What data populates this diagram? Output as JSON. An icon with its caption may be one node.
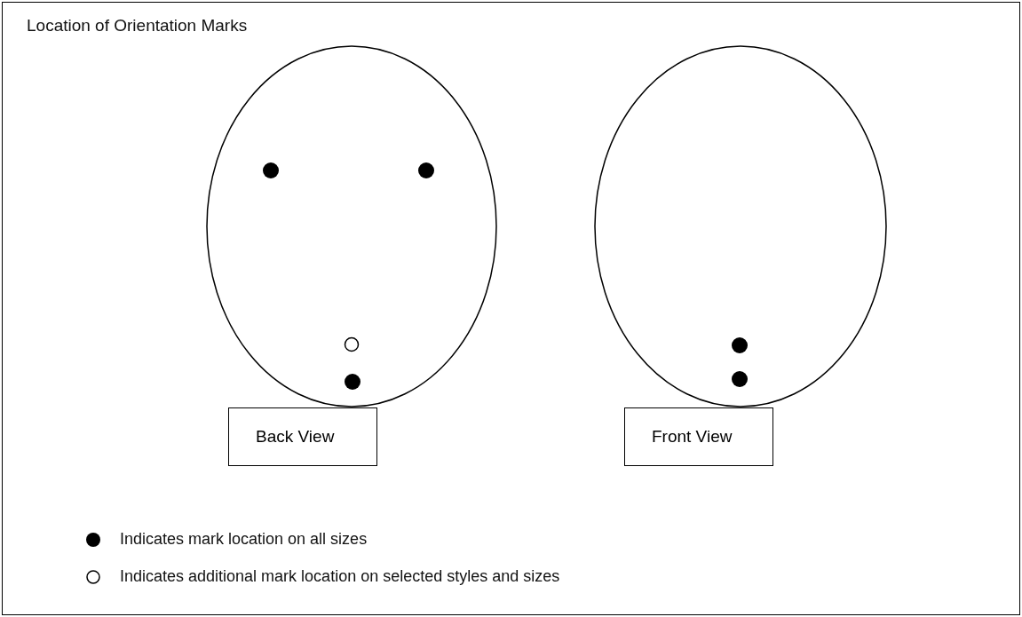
{
  "diagram": {
    "title": "Location of Orientation Marks",
    "nodes": [
      {
        "text": [
          "Back View"
        ]
      },
      {
        "text": [
          "Front View"
        ]
      }
    ],
    "legend": [
      {
        "text": "Indicates mark location on all sizes",
        "color": "#000000"
      },
      {
        "text": "Indicates additional mark location on selected styles and sizes"
      }
    ]
  }
}
